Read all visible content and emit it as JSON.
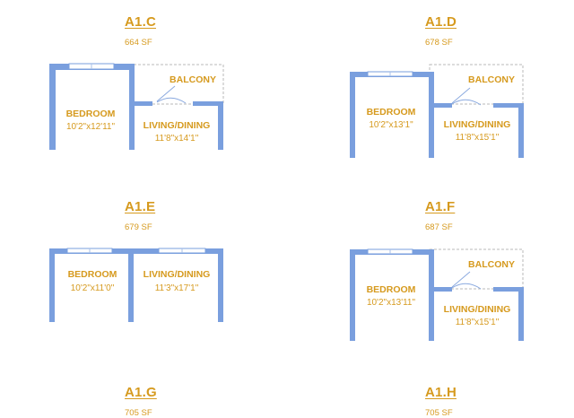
{
  "plans": {
    "a1c": {
      "title": "A1.C",
      "sf": "664 SF",
      "rooms": {
        "bedroom": "BEDROOM",
        "bedroom_dim": "10'2\"x12'11\"",
        "balcony": "BALCONY",
        "living": "LIVING/DINING",
        "living_dim": "11'8\"x14'1\""
      }
    },
    "a1d": {
      "title": "A1.D",
      "sf": "678 SF",
      "rooms": {
        "bedroom": "BEDROOM",
        "bedroom_dim": "10'2\"x13'1\"",
        "balcony": "BALCONY",
        "living": "LIVING/DINING",
        "living_dim": "11'8\"x15'1\""
      }
    },
    "a1e": {
      "title": "A1.E",
      "sf": "679 SF",
      "rooms": {
        "bedroom": "BEDROOM",
        "bedroom_dim": "10'2\"x11'0\"",
        "living": "LIVING/DINING",
        "living_dim": "11'3\"x17'1\""
      }
    },
    "a1f": {
      "title": "A1.F",
      "sf": "687 SF",
      "rooms": {
        "bedroom": "BEDROOM",
        "bedroom_dim": "10'2\"x13'11\"",
        "balcony": "BALCONY",
        "living": "LIVING/DINING",
        "living_dim": "11'8\"x15'1\""
      }
    },
    "a1g": {
      "title": "A1.G",
      "sf": "705 SF"
    },
    "a1h": {
      "title": "A1.H",
      "sf": "705 SF"
    }
  },
  "colors": {
    "accent": "#d69a1e",
    "wall": "#7a9fde"
  }
}
